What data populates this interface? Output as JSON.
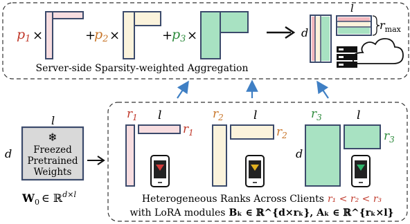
{
  "colors": {
    "red": "#c0392b",
    "orange": "#c8762a",
    "green": "#2e8b3d",
    "pink_fill": "#f7dde0",
    "cream_fill": "#fbf3dc",
    "green_fill": "#a8e2c2",
    "matrix_stroke": "#3b4a6b",
    "gray_box": "#d9d9d9",
    "arrow_blue": "#3f7fc4"
  },
  "top_panel": {
    "terms": [
      {
        "coef": "p",
        "sub": "1",
        "times": "×",
        "color": "red"
      },
      {
        "plus": "+",
        "coef": "p",
        "sub": "2",
        "times": "×",
        "color": "orange"
      },
      {
        "plus": "+",
        "coef": "p",
        "sub": "3",
        "times": "×",
        "color": "green"
      }
    ],
    "arrow": "→",
    "result_d": "d",
    "result_l": "l",
    "r_max": "r",
    "r_max_sub": "max",
    "caption": "Server-side Sparsity-weighted Aggregation",
    "server_icon": "server-cloud-icon"
  },
  "base_model": {
    "l_label": "l",
    "d_label": "d",
    "snowflake": "❄",
    "lines": [
      "Freezed",
      "Pretrained",
      "Weights"
    ],
    "formula_w": "W",
    "formula_sub": "0",
    "formula_in": "∈ ℝ",
    "formula_sup": "d×l",
    "arrow": "→"
  },
  "clients": [
    {
      "r": "r",
      "sub": "1",
      "l": "l",
      "color": "red",
      "fill": "pink_fill",
      "phone": "phone-red-icon"
    },
    {
      "r": "r",
      "sub": "2",
      "l": "l",
      "color": "orange",
      "fill": "cream_fill",
      "phone": "phone-yellow-icon"
    },
    {
      "r": "r",
      "sub": "3",
      "l": "l",
      "color": "green",
      "fill": "green_fill",
      "phone": "phone-green-icon"
    }
  ],
  "client_d": "d",
  "bottom_caption": {
    "line1_prefix": "Heterogeneous Ranks Across Clients",
    "line1_math": "r₁ < r₂ < r₃",
    "line2_prefix": "with LoRA modules",
    "line2_math": "Bₖ ∈ ℝ^{d×rₖ}, Aₖ ∈ ℝ^{rₖ×l}"
  }
}
